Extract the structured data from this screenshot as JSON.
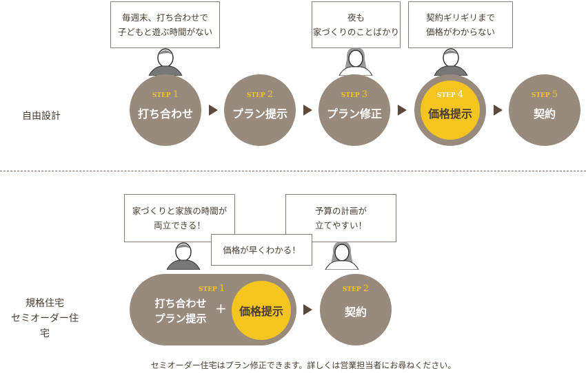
{
  "free_design": {
    "label": "自由設計",
    "steps": [
      {
        "step": "STEP",
        "num": "1",
        "name": "打ち合わせ"
      },
      {
        "step": "STEP",
        "num": "2",
        "name": "プラン提示"
      },
      {
        "step": "STEP",
        "num": "3",
        "name": "プラン修正"
      },
      {
        "step": "STEP",
        "num": "4",
        "name": "価格提示",
        "highlight": true
      },
      {
        "step": "STEP",
        "num": "5",
        "name": "契約"
      }
    ],
    "bubbles": [
      {
        "l1": "毎週末、打ち合わせで",
        "l2": "子どもと遊ぶ時間がない"
      },
      {
        "l1": "夜も",
        "l2": "家づくりのことばかり"
      },
      {
        "l1": "契約ギリギリまで",
        "l2": "価格がわからない"
      }
    ]
  },
  "semi_order": {
    "label1": "規格住宅",
    "label2": "セミオーダー住宅",
    "step1": {
      "step": "STEP",
      "num": "1",
      "l1": "打ち合わせ",
      "l2": "プラン提示",
      "plus": "+",
      "highlight": "価格提示"
    },
    "step2": {
      "step": "STEP",
      "num": "2",
      "name": "契約"
    },
    "bubbles": [
      {
        "l1": "家づくりと家族の時間が",
        "l2": "両立できる！"
      },
      {
        "l1": "価格が早くわかる！"
      },
      {
        "l1": "予算の計画が",
        "l2": "立てやすい！"
      }
    ],
    "note": "セミオーダー住宅はプラン修正できます。詳しくは営業担当者にお尋ねください。"
  },
  "colors": {
    "circle": "#988a7d",
    "highlight": "#f4c41f",
    "arrow": "#5a4a3e"
  }
}
